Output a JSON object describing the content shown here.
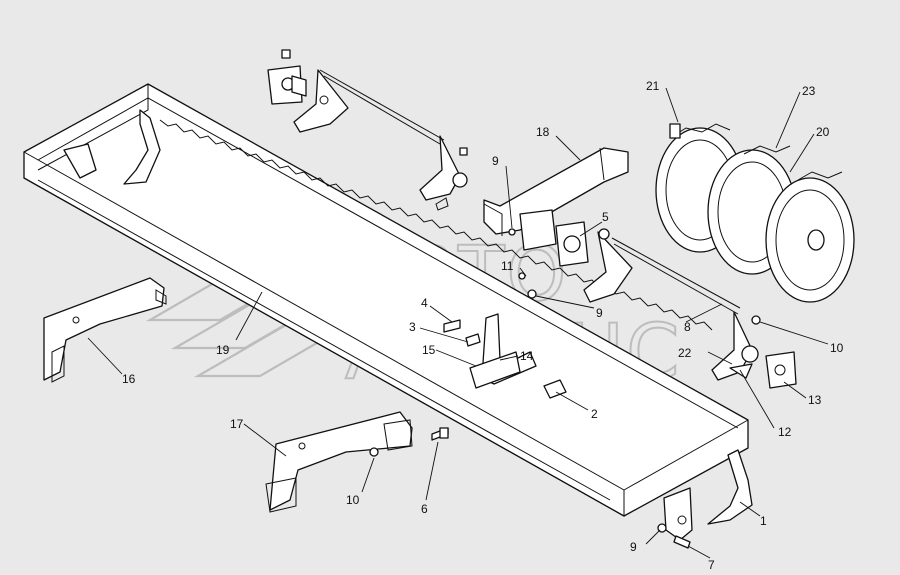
{
  "watermark": {
    "line1": "АВТО",
    "line2": "АЛЬЯНС"
  },
  "callouts": {
    "c1": "1",
    "c2": "2",
    "c3": "3",
    "c4": "4",
    "c5": "5",
    "c6": "6",
    "c7": "7",
    "c8": "8",
    "c9a": "9",
    "c9b": "9",
    "c9c": "9",
    "c10a": "10",
    "c10b": "10",
    "c11": "11",
    "c12": "12",
    "c13": "13",
    "c14": "14",
    "c15": "15",
    "c16": "16",
    "c17": "17",
    "c18": "18",
    "c19": "19",
    "c20": "20",
    "c21": "21",
    "c22": "22",
    "c23": "23"
  }
}
